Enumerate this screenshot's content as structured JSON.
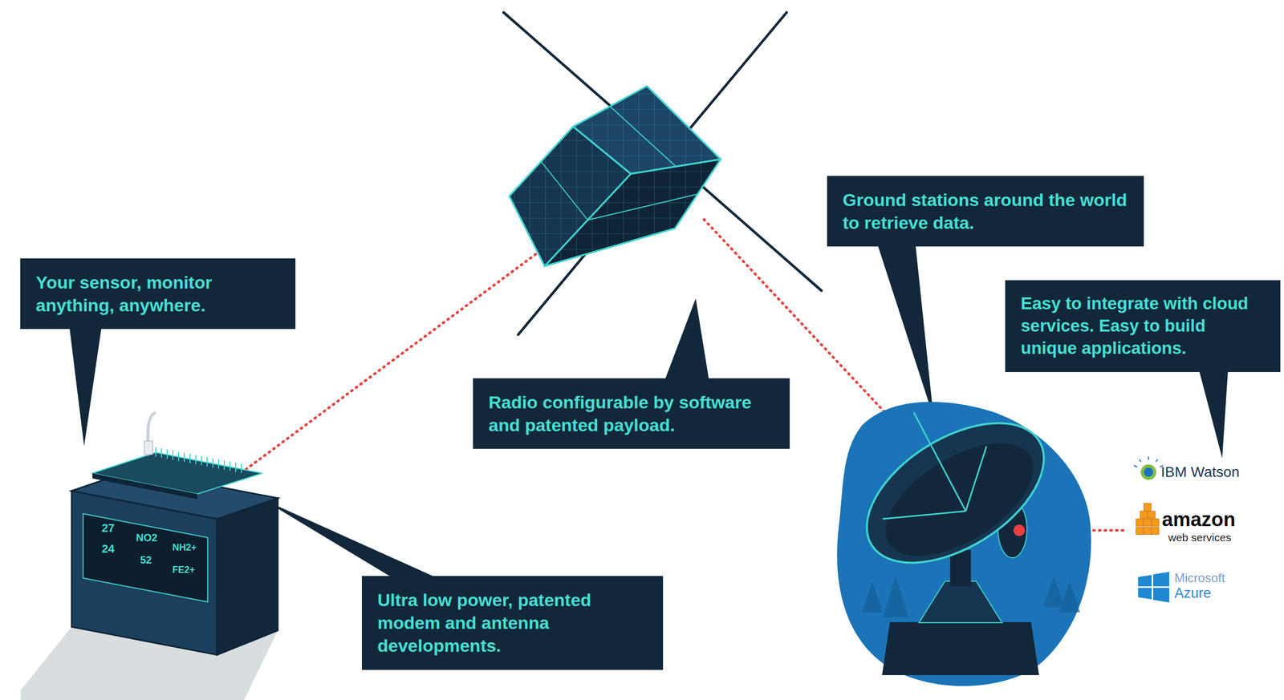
{
  "diagram": {
    "nodes": [
      {
        "text": [
          "Your sensor, monitor anything, anywhere."
        ]
      },
      {
        "text": [
          "Radio configurable by software and patented payload."
        ]
      },
      {
        "text": [
          "Ground stations around the world to retrieve data."
        ]
      },
      {
        "text": [
          "Easy to integrate with cloud services. Easy to build unique applications."
        ]
      },
      {
        "text": [
          "Ultra low power, patented modem and antenna developments."
        ]
      }
    ],
    "labels": [
      "27",
      "24",
      "NO2",
      "52",
      "NH2+",
      "FE2+",
      "IBM Watson",
      "amazon",
      "web services",
      "Microsoft",
      "Azure"
    ]
  }
}
